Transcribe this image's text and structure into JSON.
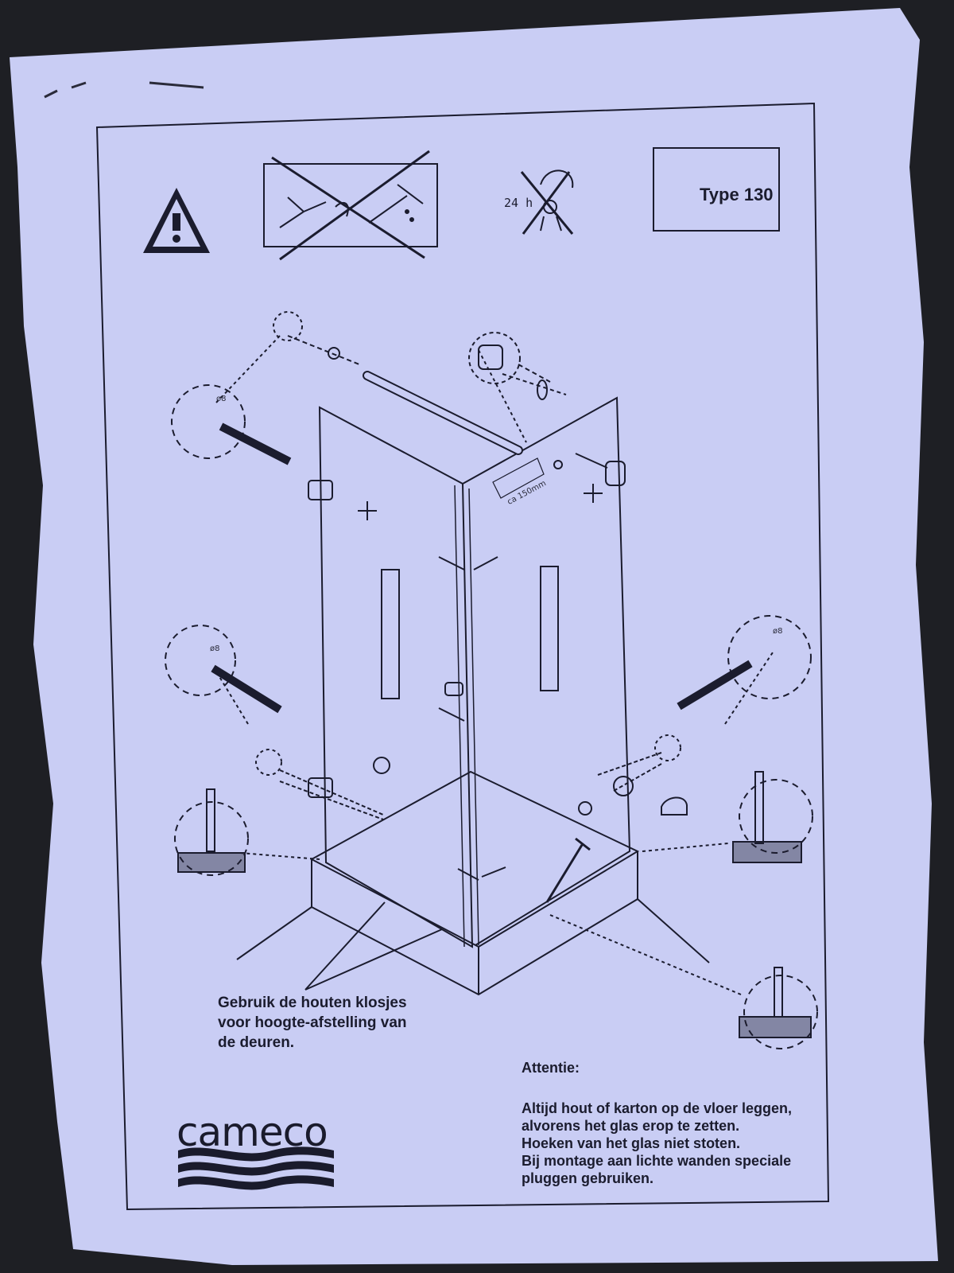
{
  "sheet": {
    "type_label": "Type 130",
    "clock_label": "24 h",
    "dimension_labels": [
      "ø8",
      "ø8",
      "ø8"
    ],
    "distance_label": "ca 150mm",
    "blocks_note": [
      "Gebruik de houten klosjes",
      "voor hoogte-afstelling van",
      "de deuren."
    ],
    "attention_title": "Attentie:",
    "attention_lines": [
      "Altijd hout of karton op de vloer leggen,",
      "alvorens het glas erop te zetten.",
      "Hoeken van het glas niet stoten.",
      "Bij montage aan lichte wanden speciale",
      "pluggen gebruiken."
    ],
    "brand": "cameco"
  },
  "icons": [
    "warning-triangle-icon",
    "no-drilling-near-pipes-icon",
    "wait-24h-no-shower-icon",
    "drill-bit-icon",
    "hinge-icon",
    "wooden-block-icon",
    "glass-seal-detail-icon",
    "silicone-gun-icon",
    "brand-waves-icon"
  ],
  "colors": {
    "paper": "#c9cdf4",
    "ink": "#1b1c2e",
    "background": "#1e1f24"
  }
}
